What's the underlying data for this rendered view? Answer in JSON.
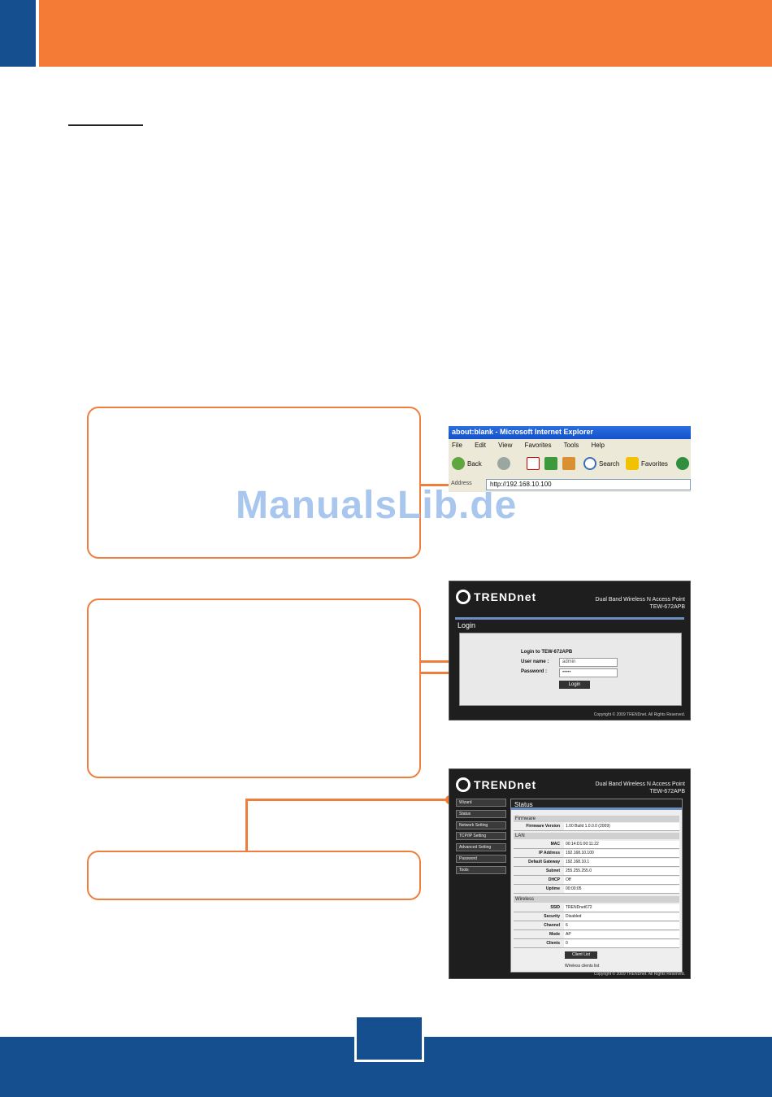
{
  "watermark": "ManualsLib.de",
  "browser": {
    "title": "about:blank - Microsoft Internet Explorer",
    "menu": [
      "File",
      "Edit",
      "View",
      "Favorites",
      "Tools",
      "Help"
    ],
    "toolbar": {
      "back": "Back",
      "search": "Search",
      "favorites": "Favorites"
    },
    "address_label": "Address",
    "address_value": "http://192.168.10.100"
  },
  "login_ui": {
    "logo": "TRENDnet",
    "product_line1": "Dual Band Wireless N Access Point",
    "product_line2": "TEW-672APB",
    "section_title": "Login",
    "heading": "Login to TEW-672APB",
    "username_label": "User name :",
    "username_value": "admin",
    "password_label": "Password :",
    "password_value": "•••••",
    "button": "Login",
    "copyright": "Copyright © 2009 TRENDnet. All Rights Reserved."
  },
  "status_ui": {
    "logo": "TRENDnet",
    "product_line1": "Dual Band Wireless N Access Point",
    "product_line2": "TEW-672APB",
    "nav": [
      "Wizard",
      "Status",
      "Network Setting",
      "TCP/IP Setting",
      "Advanced Setting",
      "Password",
      "Tools"
    ],
    "title": "Status",
    "sections": {
      "firmware": "Firmware",
      "lan": "LAN",
      "wireless": "Wireless"
    },
    "firmware_rows": [
      {
        "k": "Firmware Version",
        "v": "1.00 Build 1.0.0.0 (2009)"
      }
    ],
    "lan_rows": [
      {
        "k": "MAC",
        "v": "00:14:D1:00:11:22"
      },
      {
        "k": "IP Address",
        "v": "192.168.10.100"
      },
      {
        "k": "Default Gateway",
        "v": "192.168.10.1"
      },
      {
        "k": "Subnet",
        "v": "255.255.255.0"
      },
      {
        "k": "DHCP",
        "v": "Off"
      },
      {
        "k": "Uptime",
        "v": "00:00:05"
      }
    ],
    "wireless_rows": [
      {
        "k": "SSID",
        "v": "TRENDnet672"
      },
      {
        "k": "Security",
        "v": "Disabled"
      },
      {
        "k": "Channel",
        "v": "6"
      },
      {
        "k": "Mode",
        "v": "AP"
      },
      {
        "k": "Clients",
        "v": "0"
      }
    ],
    "button": "Client List",
    "note": "Wireless clients list",
    "copyright": "Copyright © 2009 TRENDnet. All Rights Reserved."
  }
}
